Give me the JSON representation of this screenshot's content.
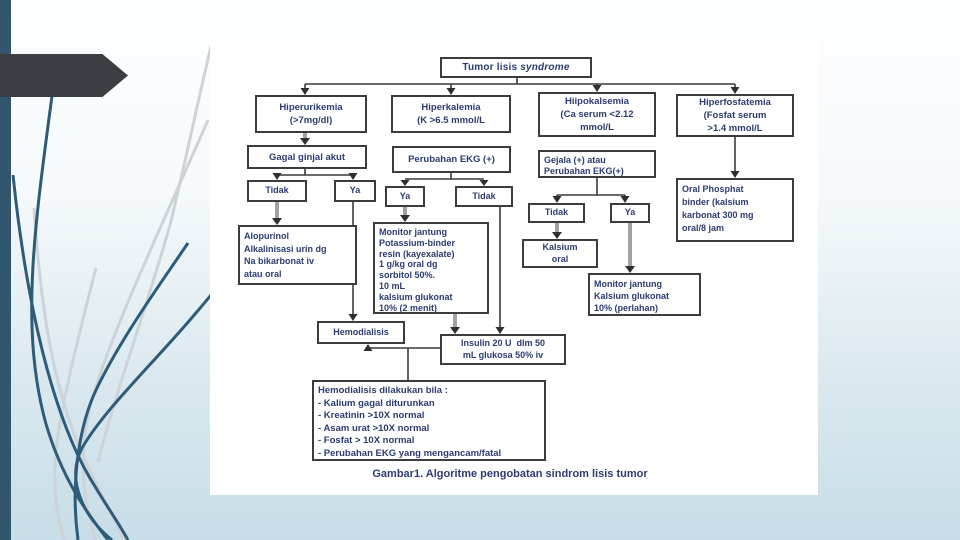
{
  "slide": {
    "caption": "Gambar1. Algoritme pengobatan sindrom lisis tumor"
  },
  "colors": {
    "side_bar": "#31566d",
    "deco_arrow": "#3b3e42",
    "curve_dark": "#2e5c78",
    "curve_light": "#ccd4d9",
    "node_border": "#3c3c3c",
    "node_text": "#2c3c70",
    "panel_bg": "#ffffff",
    "slide_bg_bottom": "#c7dde7"
  },
  "nodes": {
    "title": {
      "label_regular": "Tumor lisis ",
      "label_italic": "syndrome"
    },
    "hiperurikemia": {
      "label": "Hiperurikemia\n(>7mg/dl)"
    },
    "hiperkalemia": {
      "label": "Hiperkalemia\n(K >6.5 mmol/L"
    },
    "hipokalsemia": {
      "label": "Hiipokalsemia\n(Ca serum <2.12\nmmol/L"
    },
    "hiperfosfatemia": {
      "label": "Hiperfosfatemia\n(Fosfat serum\n>1.4 mmol/L"
    },
    "gagal_ginjal": {
      "label": "Gagal ginjal akut"
    },
    "perubahan_ekg": {
      "label": "Perubahan EKG (+)"
    },
    "gejala": {
      "label": "Gejala (+) atau\nPerubahan EKG(+)"
    },
    "tidak_left": {
      "label": "Tidak"
    },
    "ya_left": {
      "label": "Ya"
    },
    "ya_mid": {
      "label": "Ya"
    },
    "tidak_mid": {
      "label": "Tidak"
    },
    "tidak_right": {
      "label": "Tidak"
    },
    "ya_right": {
      "label": "Ya"
    },
    "oral_phosphat": {
      "label": "Oral Phosphat\nbinder (kalsium\nkarbonat 300 mg\noral/8 jam"
    },
    "alopurinol": {
      "label": "Alopurinol\nAlkalinisasi urin dg\nNa bikarbonat iv\natau oral"
    },
    "monitor_potassium": {
      "label": "Monitor jantung\nPotassium-binder\nresin (kayexalate)\n1 g/kg oral dg\nsorbitol 50%.\n10 mL\nkalsium glukonat\n10% (2 menit)"
    },
    "kalsium_oral": {
      "label": "Kalsium\noral"
    },
    "monitor_kalsium": {
      "label": "Monitor jantung\nKalsium glukonat\n10% (perlahan)"
    },
    "hemodialisis": {
      "label": "Hemodialisis"
    },
    "insulin": {
      "label": "Insulin 20 U  dlm 50\nmL glukosa 50% iv"
    },
    "hemodialisis_bila": {
      "label": "Hemodialisis dilakukan bila :\n- Kalium gagal diturunkan\n- Kreatinin >10X normal\n- Asam urat >10X normal\n- Fosfat > 10X normal\n- Perubahan EKG yang mengancam/fatal"
    }
  }
}
